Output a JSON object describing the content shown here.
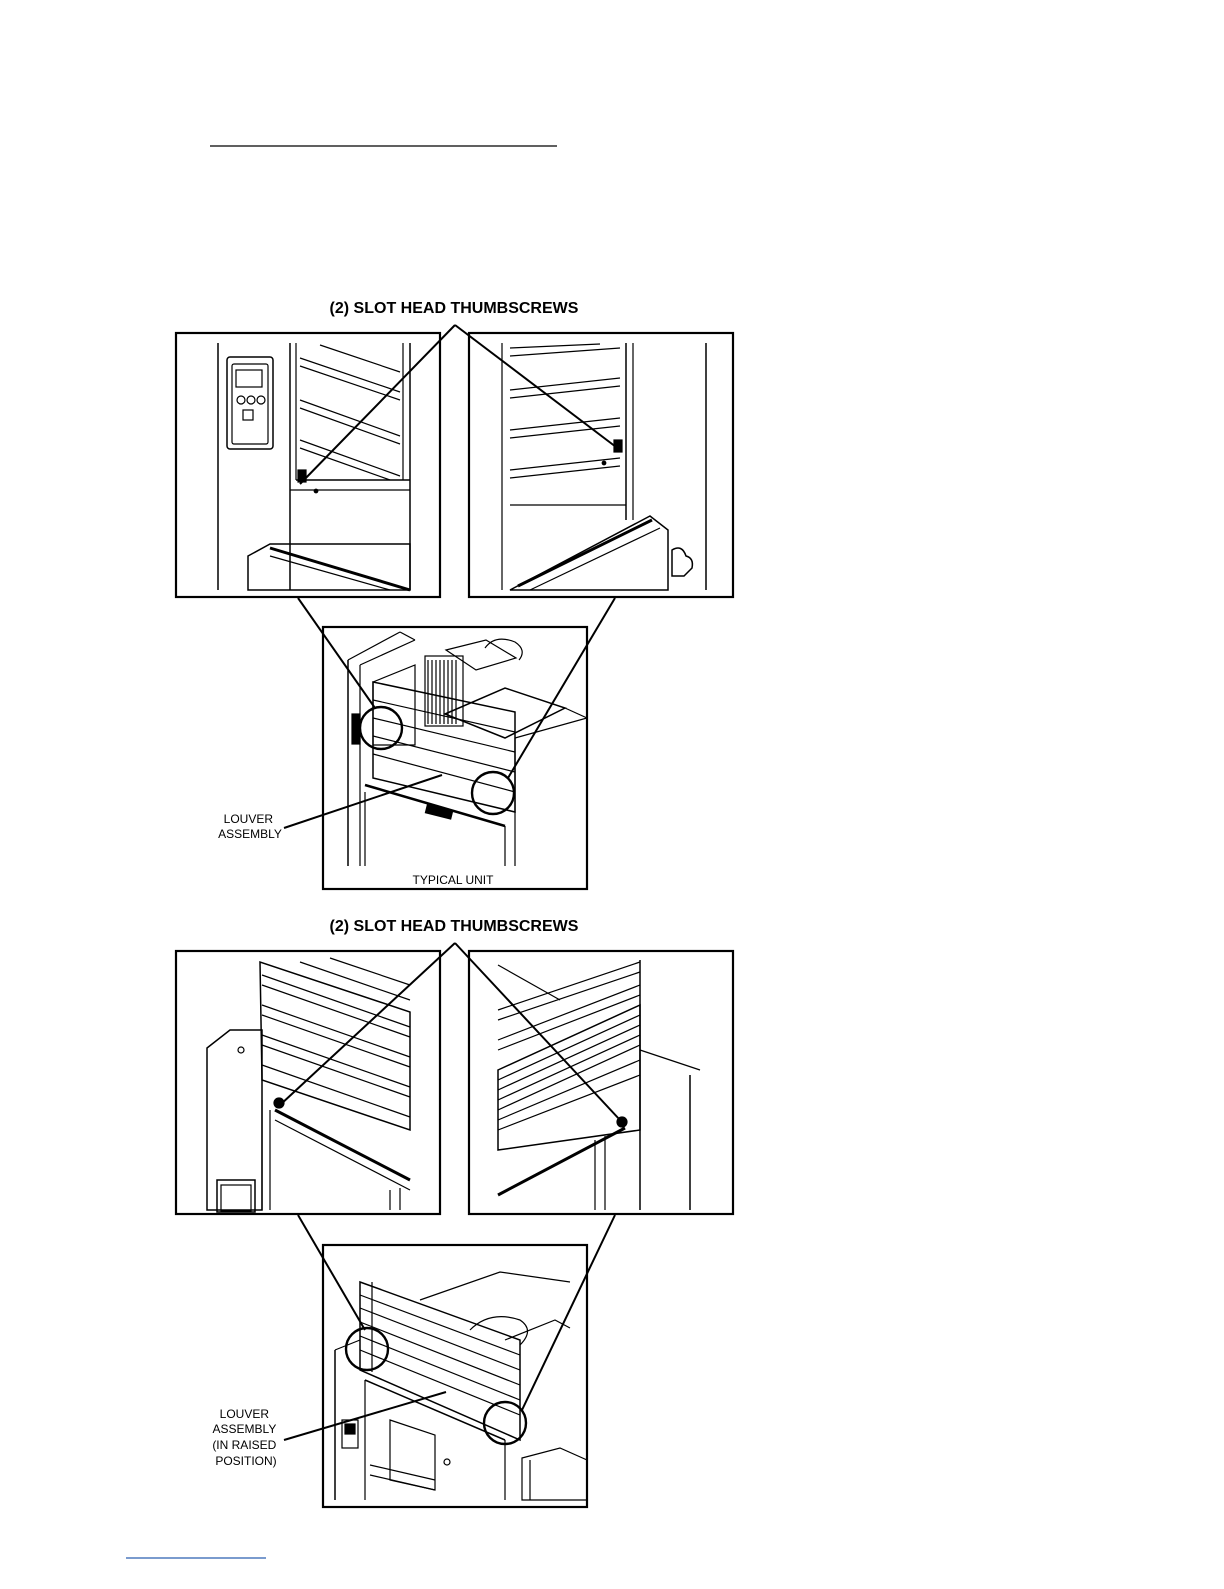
{
  "figure_top": {
    "callout": "(2) SLOT HEAD THUMBSCREWS",
    "louver_label": [
      "LOUVER",
      "ASSEMBLY"
    ],
    "caption": "TYPICAL UNIT"
  },
  "figure_bottom": {
    "callout": "(2) SLOT HEAD THUMBSCREWS",
    "louver_label": [
      "LOUVER",
      "ASSEMBLY",
      "(IN RAISED",
      "POSITION)"
    ]
  },
  "colors": {
    "ink": "#000000",
    "paper": "#ffffff",
    "rule": "#000000",
    "link_rule": "#2b5fb0"
  }
}
